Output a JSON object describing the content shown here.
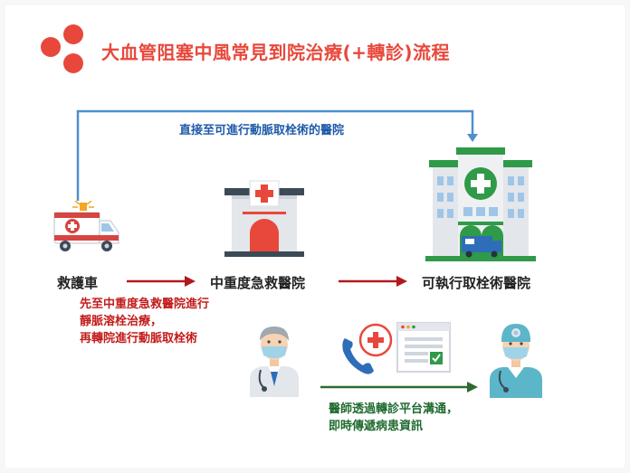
{
  "title": "大血管阻塞中風常見到院治療(+轉診)流程",
  "direct_route_label": "直接至可進行動脈取栓術的醫院",
  "nodes": {
    "ambulance": "救護車",
    "middle_hospital": "中重度急救醫院",
    "thrombectomy_hospital": "可執行取栓術醫院"
  },
  "red_note": [
    "先至中重度急救醫院進行",
    "靜脈溶栓治療，",
    "再轉院進行動脈取栓術"
  ],
  "green_note": [
    "醫師透過轉診平台溝通，",
    "即時傳遞病患資訊"
  ],
  "colors": {
    "title": "#e8483b",
    "direct_route": "#4f8fd0",
    "red_arrows": "#b3191c",
    "green_arrow": "#2e6b2e"
  },
  "icons": [
    "ambulance-icon",
    "emergency-hospital-icon",
    "large-hospital-icon",
    "doctor-icon",
    "phone-call-icon",
    "referral-document-icon",
    "specialist-doctor-icon"
  ]
}
